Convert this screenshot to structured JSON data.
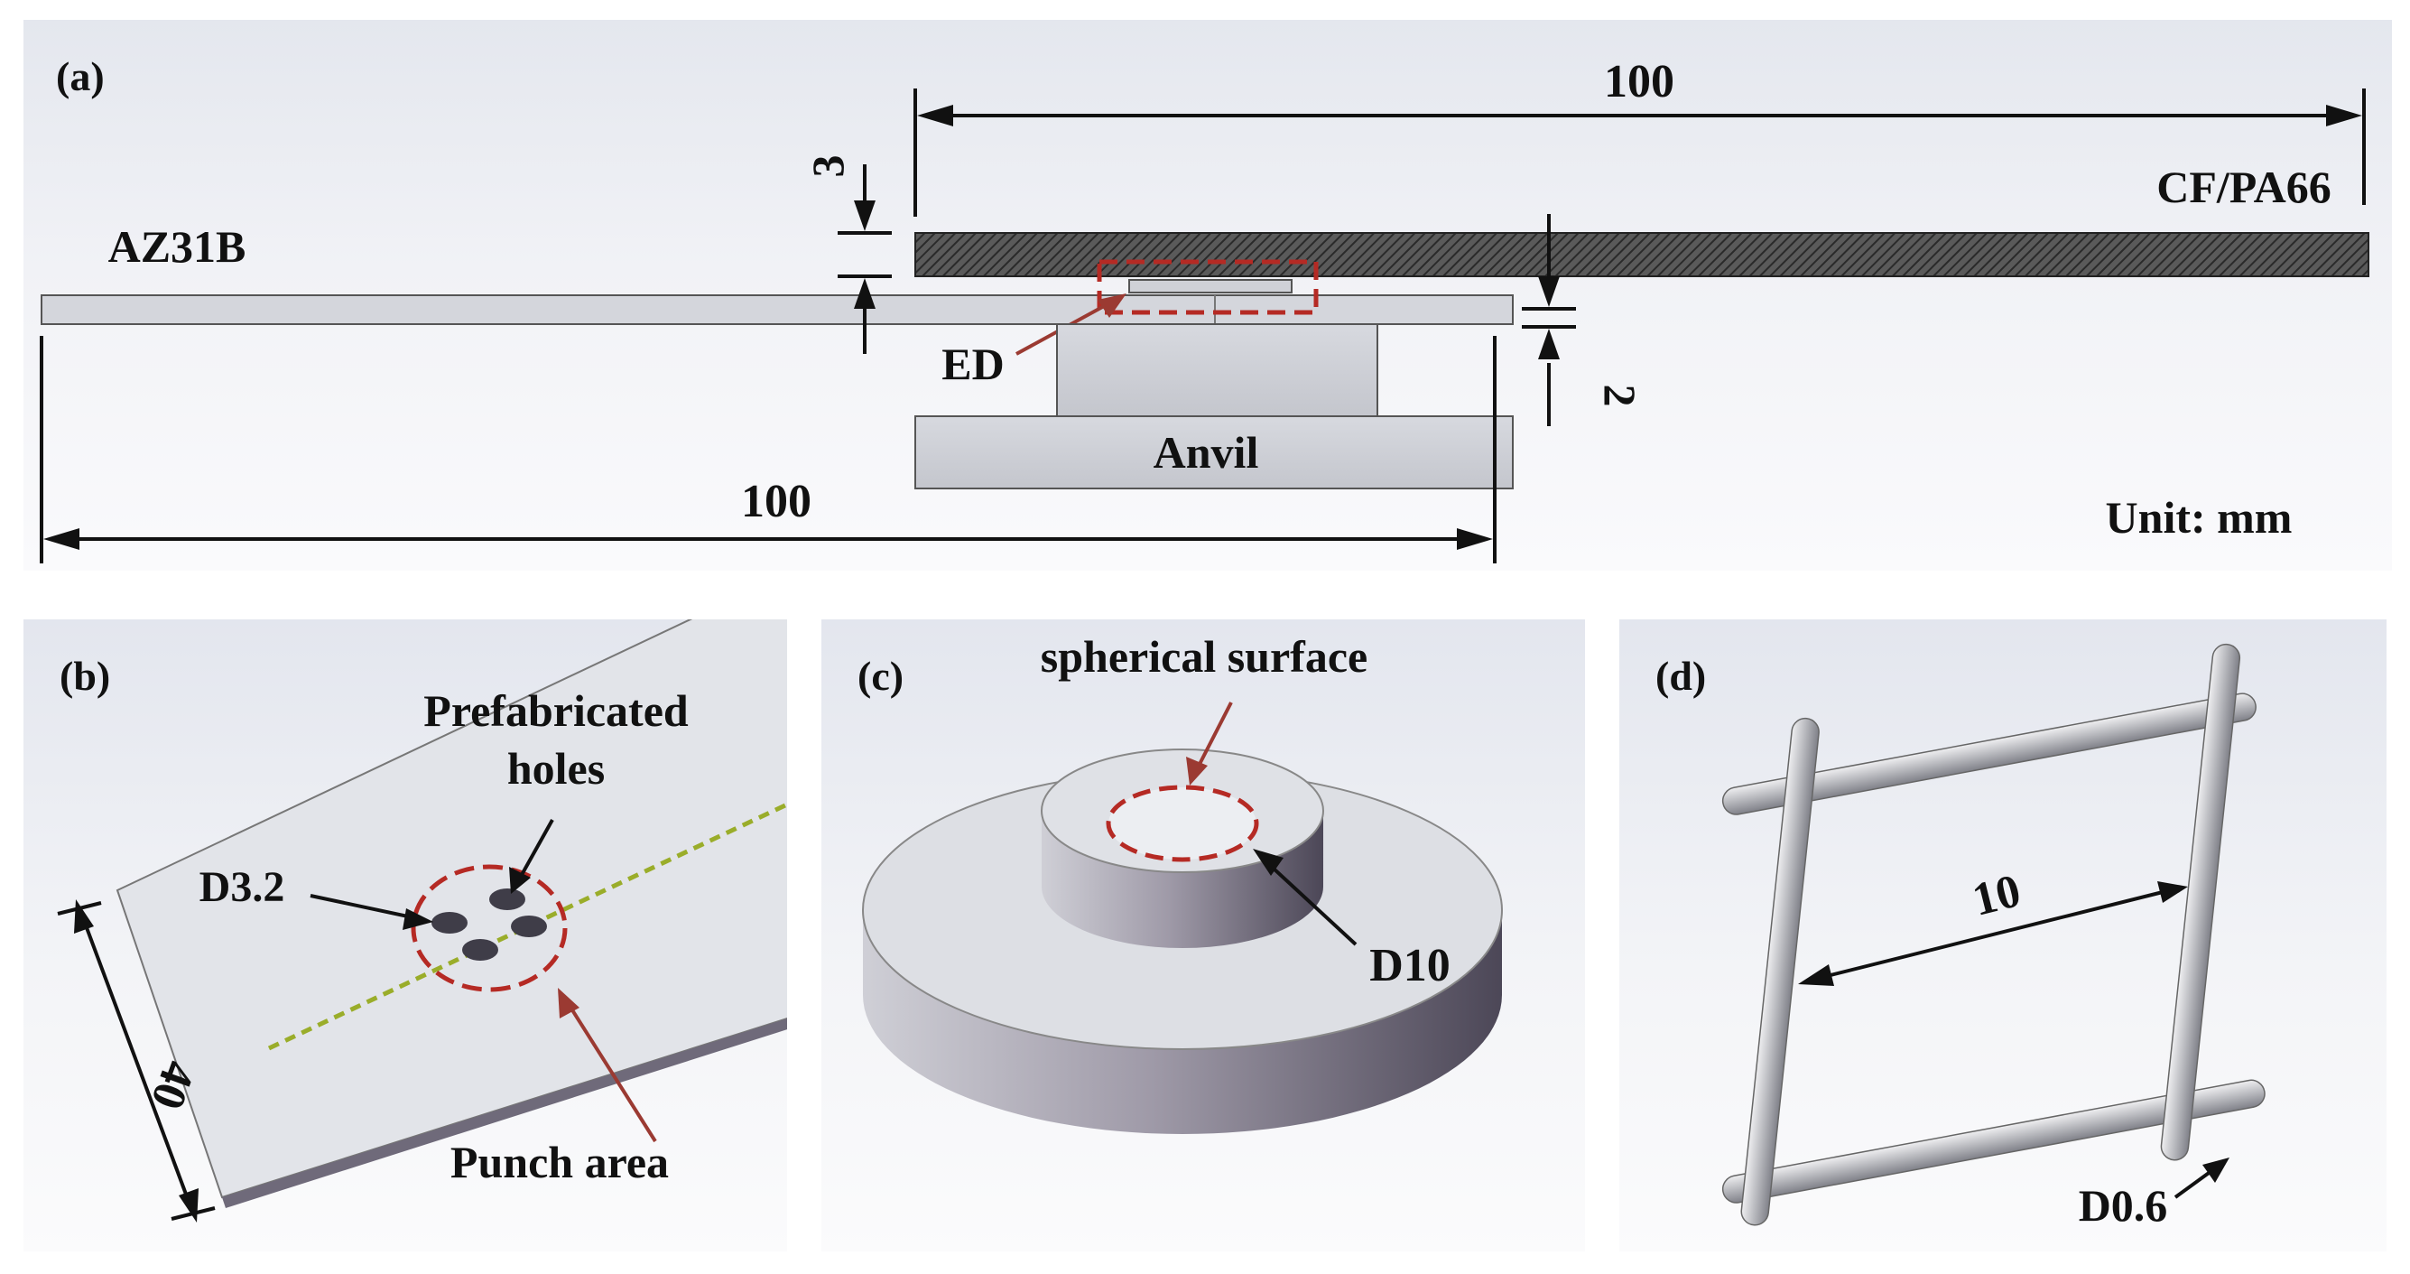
{
  "panels": {
    "a": {
      "label": "(a)",
      "dim_top": "100",
      "dim_bottom": "100",
      "dim_overlap": "3",
      "dim_thickness": "2",
      "material_left": "AZ31B",
      "material_right": "CF/PA66",
      "ed_label": "ED",
      "anvil_label": "Anvil",
      "unit": "Unit: mm"
    },
    "b": {
      "label": "(b)",
      "holes_label_line1": "Prefabricated",
      "holes_label_line2": "holes",
      "hole_diameter": "D3.2",
      "punch_label": "Punch area",
      "width_label": "40"
    },
    "c": {
      "label": "(c)",
      "surface_label": "spherical surface",
      "diameter_label": "D10"
    },
    "d": {
      "label": "(d)",
      "spacing_label": "10",
      "wire_diameter": "D0.6"
    }
  },
  "colors": {
    "dashed_highlight": "#b52a24",
    "arrow_red": "#9b3a32",
    "punch_line": "#9aad2a",
    "composite_dark": "#3a3a3a",
    "metal_light": "#d9dbe0",
    "metal_side": "#7a7485"
  }
}
